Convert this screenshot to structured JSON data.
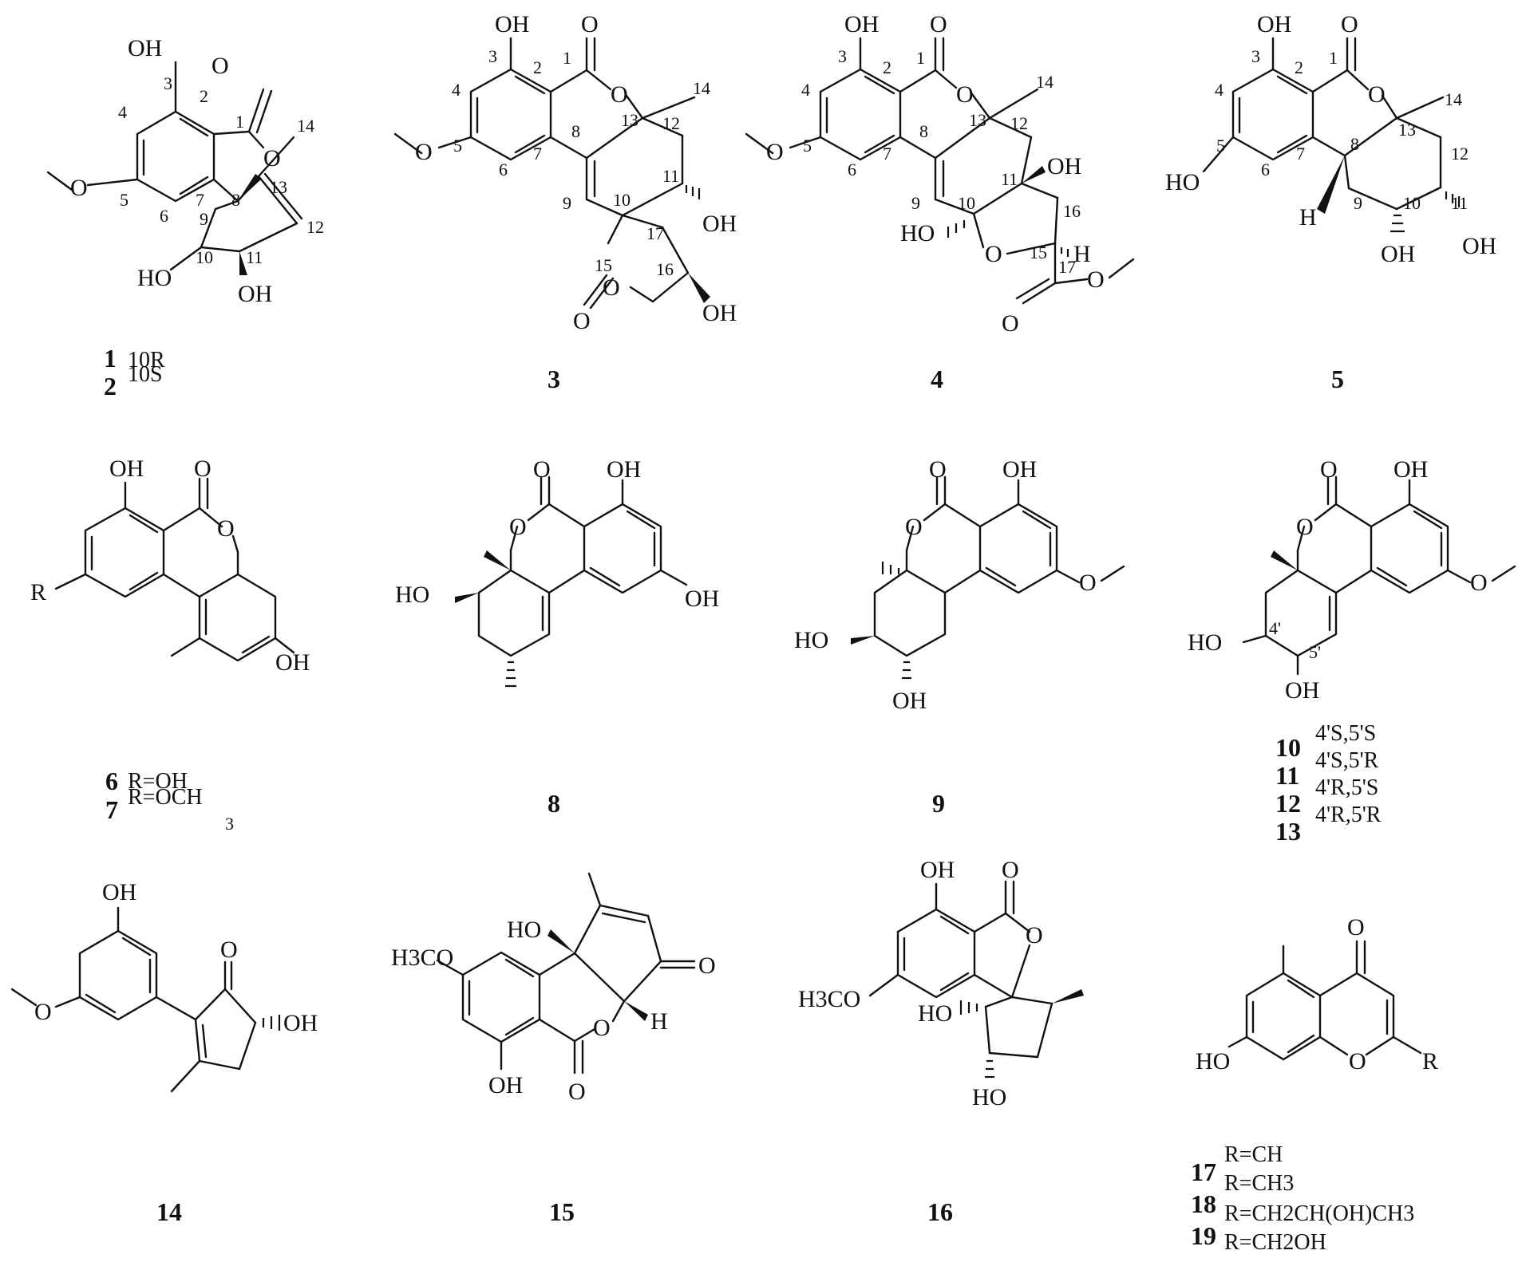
{
  "figure_title": "",
  "compounds": [
    {
      "id": "c1-2",
      "numbers": [
        "1",
        "2"
      ],
      "notes": [
        "10R",
        "10S"
      ],
      "atom_labels": [
        "OH",
        "O",
        "O",
        "O",
        "HO",
        "OH"
      ],
      "position_labels": [
        "1",
        "2",
        "3",
        "4",
        "5",
        "6",
        "7",
        "8",
        "9",
        "10",
        "11",
        "12",
        "13",
        "14"
      ]
    },
    {
      "id": "c3",
      "numbers": [
        "3"
      ],
      "atom_labels": [
        "OH",
        "O",
        "O",
        "O",
        "O",
        "O",
        "OH",
        "OH"
      ],
      "position_labels": [
        "1",
        "2",
        "3",
        "4",
        "5",
        "6",
        "7",
        "8",
        "9",
        "10",
        "11",
        "12",
        "13",
        "14",
        "15",
        "16",
        "17"
      ]
    },
    {
      "id": "c4",
      "numbers": [
        "4"
      ],
      "atom_labels": [
        "OH",
        "O",
        "O",
        "O",
        "OH",
        "HO",
        "O",
        "H",
        "O",
        "O"
      ],
      "position_labels": [
        "1",
        "2",
        "3",
        "4",
        "5",
        "6",
        "7",
        "8",
        "9",
        "10",
        "11",
        "12",
        "13",
        "14",
        "15",
        "16",
        "17"
      ]
    },
    {
      "id": "c5",
      "numbers": [
        "5"
      ],
      "atom_labels": [
        "OH",
        "O",
        "O",
        "HO",
        "H",
        "OH",
        "OH"
      ],
      "position_labels": [
        "1",
        "2",
        "3",
        "4",
        "5",
        "6",
        "7",
        "8",
        "9",
        "10",
        "11",
        "12",
        "13",
        "14"
      ]
    },
    {
      "id": "c6-7",
      "numbers": [
        "6",
        "7"
      ],
      "notes": [
        "R=OH",
        "R=OCH",
        "3"
      ],
      "atom_labels": [
        "OH",
        "O",
        "O",
        "R",
        "OH"
      ]
    },
    {
      "id": "c8",
      "numbers": [
        "8"
      ],
      "atom_labels": [
        "O",
        "OH",
        "O",
        "OH",
        "HO"
      ]
    },
    {
      "id": "c9",
      "numbers": [
        "9"
      ],
      "atom_labels": [
        "O",
        "OH",
        "O",
        "O",
        "HO",
        "OH"
      ]
    },
    {
      "id": "c10-13",
      "numbers": [
        "10",
        "11",
        "12",
        "13"
      ],
      "notes": [
        "4'S,5'S",
        "4'S,5'R",
        "4'R,5'S",
        "4'R,5'R"
      ],
      "atom_labels": [
        "O",
        "OH",
        "O",
        "O",
        "HO",
        "OH"
      ],
      "position_labels": [
        "4'",
        "5'"
      ]
    },
    {
      "id": "c14",
      "numbers": [
        "14"
      ],
      "atom_labels": [
        "OH",
        "O",
        "O",
        "OH"
      ]
    },
    {
      "id": "c15",
      "numbers": [
        "15"
      ],
      "atom_labels": [
        "HO",
        "H3CO",
        "O",
        "O",
        "H",
        "OH",
        "O"
      ]
    },
    {
      "id": "c16",
      "numbers": [
        "16"
      ],
      "atom_labels": [
        "OH",
        "O",
        "O",
        "H3CO",
        "HO",
        "HO"
      ]
    },
    {
      "id": "c17-19",
      "numbers": [
        "17",
        "18",
        "19"
      ],
      "notes": [
        "R=CH",
        "R=CH3",
        "R=CH2CH(OH)CH3",
        "R=CH2OH"
      ],
      "atom_labels": [
        "O",
        "HO",
        "O",
        "R"
      ]
    }
  ]
}
